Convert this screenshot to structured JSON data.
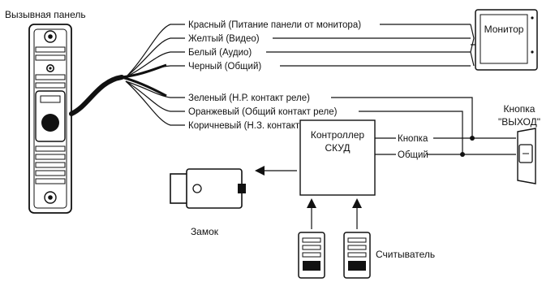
{
  "panel": {
    "title": "Вызывная панель"
  },
  "monitor": {
    "label": "Монитор"
  },
  "wires": [
    {
      "label": "Красный (Питание панели от монитора)"
    },
    {
      "label": "Желтый (Видео)"
    },
    {
      "label": "Белый (Аудио)"
    },
    {
      "label": "Черный (Общий)"
    },
    {
      "label": "Зеленый (Н.Р. контакт реле)"
    },
    {
      "label": "Оранжевый (Общий контакт реле)"
    },
    {
      "label": "Коричневый (Н.З. контакт реле)"
    }
  ],
  "controller": {
    "line1": "Контроллер",
    "line2": "СКУД"
  },
  "controller_ports": {
    "button": "Кнопка",
    "common": "Общий"
  },
  "exit_button": {
    "line1": "Кнопка",
    "line2": "\"ВЫХОД\""
  },
  "lock": {
    "label": "Замок"
  },
  "reader": {
    "label": "Считыватель"
  }
}
